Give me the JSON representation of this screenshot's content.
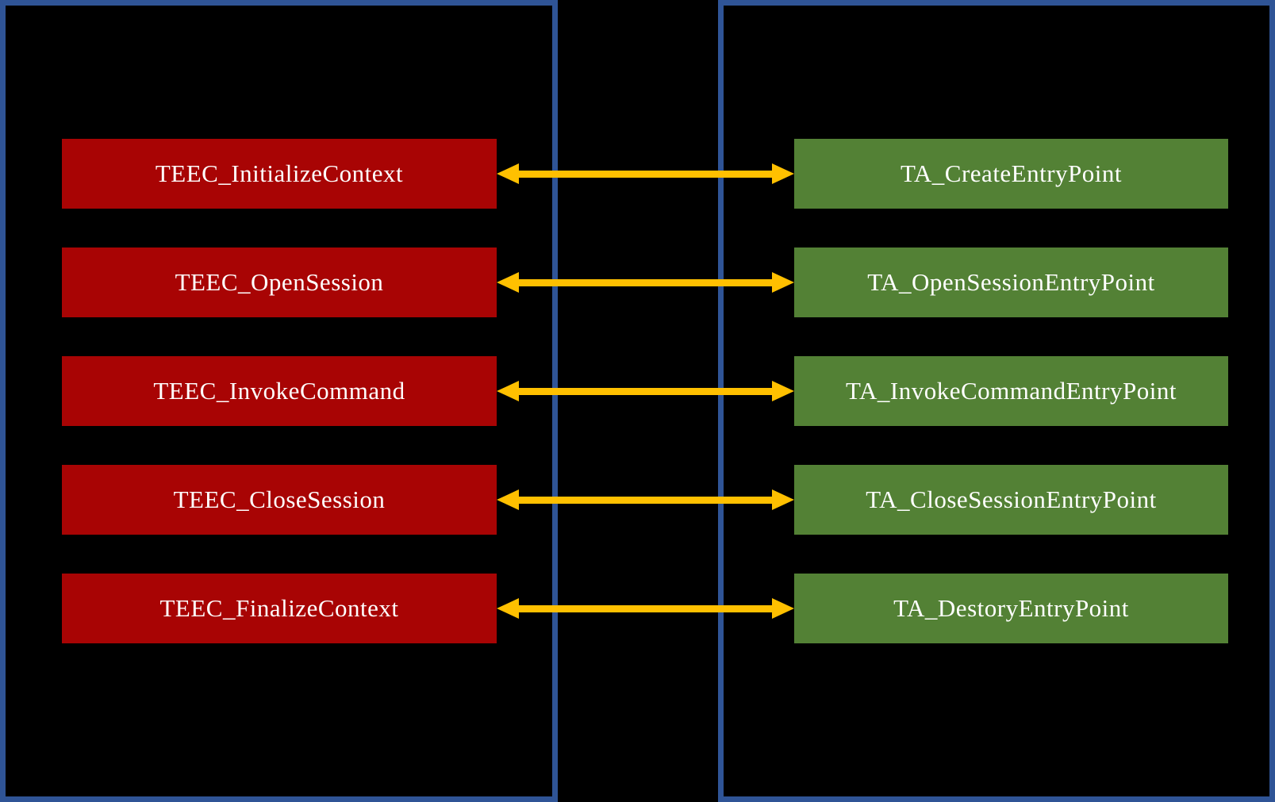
{
  "colors": {
    "background": "#000000",
    "panel_border": "#2F5496",
    "client_box": "#A80404",
    "ta_box": "#538135",
    "arrow": "#FFC000",
    "text": "#FFFFFF"
  },
  "rows": [
    {
      "client_api": "TEEC_InitializeContext",
      "ta_entry_point": "TA_CreateEntryPoint"
    },
    {
      "client_api": "TEEC_OpenSession",
      "ta_entry_point": "TA_OpenSessionEntryPoint"
    },
    {
      "client_api": "TEEC_InvokeCommand",
      "ta_entry_point": "TA_InvokeCommandEntryPoint"
    },
    {
      "client_api": "TEEC_CloseSession",
      "ta_entry_point": "TA_CloseSessionEntryPoint"
    },
    {
      "client_api": "TEEC_FinalizeContext",
      "ta_entry_point": "TA_DestoryEntryPoint"
    }
  ]
}
